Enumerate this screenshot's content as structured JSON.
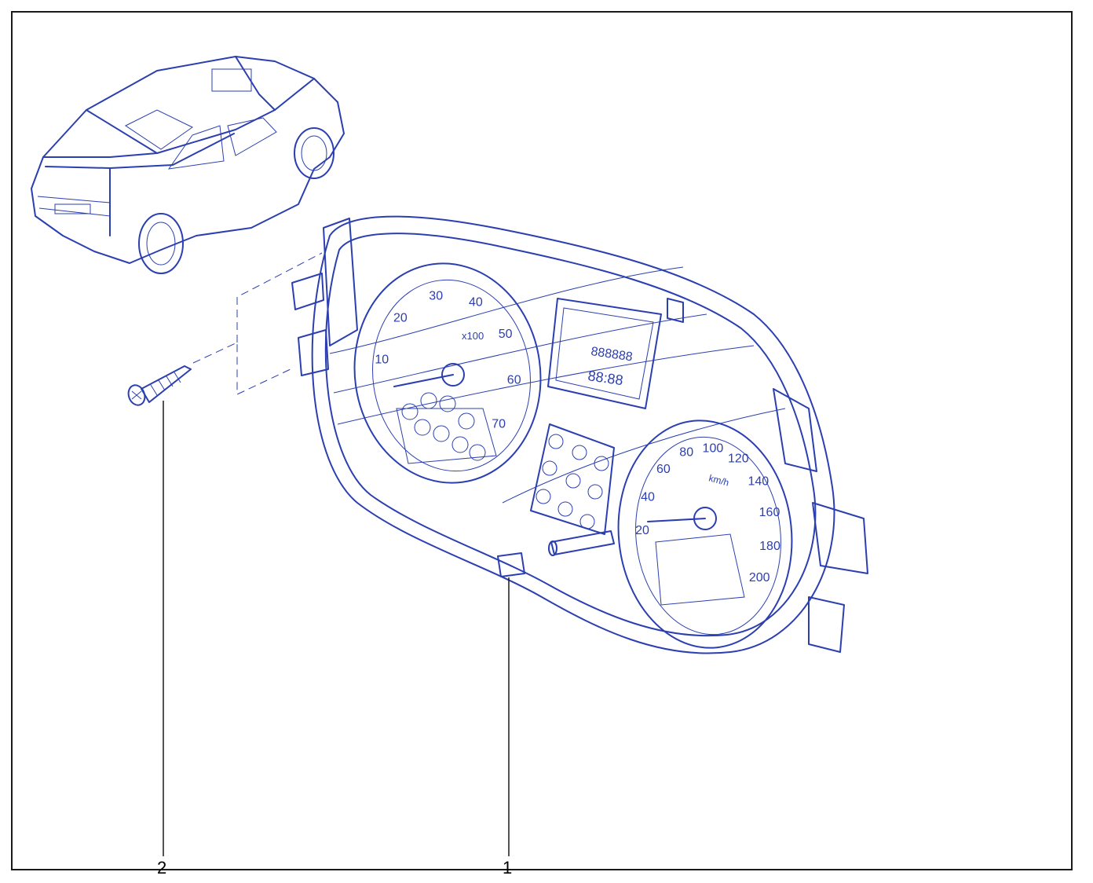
{
  "colors": {
    "line": "#2b3fb0",
    "frame": "#1a1a1a",
    "callout": "#000000"
  },
  "callouts": [
    {
      "label": "1",
      "part": "instrument-cluster"
    },
    {
      "label": "2",
      "part": "screw"
    }
  ],
  "cluster": {
    "tachometer": {
      "ticks": [
        "10",
        "20",
        "30",
        "40",
        "50",
        "60",
        "70"
      ],
      "unit": "x100"
    },
    "speedometer": {
      "ticks": [
        "20",
        "40",
        "60",
        "80",
        "100",
        "120",
        "140",
        "160",
        "180",
        "200"
      ],
      "unit": "km/h"
    },
    "display": {
      "odometer": "888888",
      "clock": "88:88"
    }
  },
  "icons": [
    "car-thumbnail-icon",
    "screw-icon",
    "warning-lamp-icons"
  ]
}
